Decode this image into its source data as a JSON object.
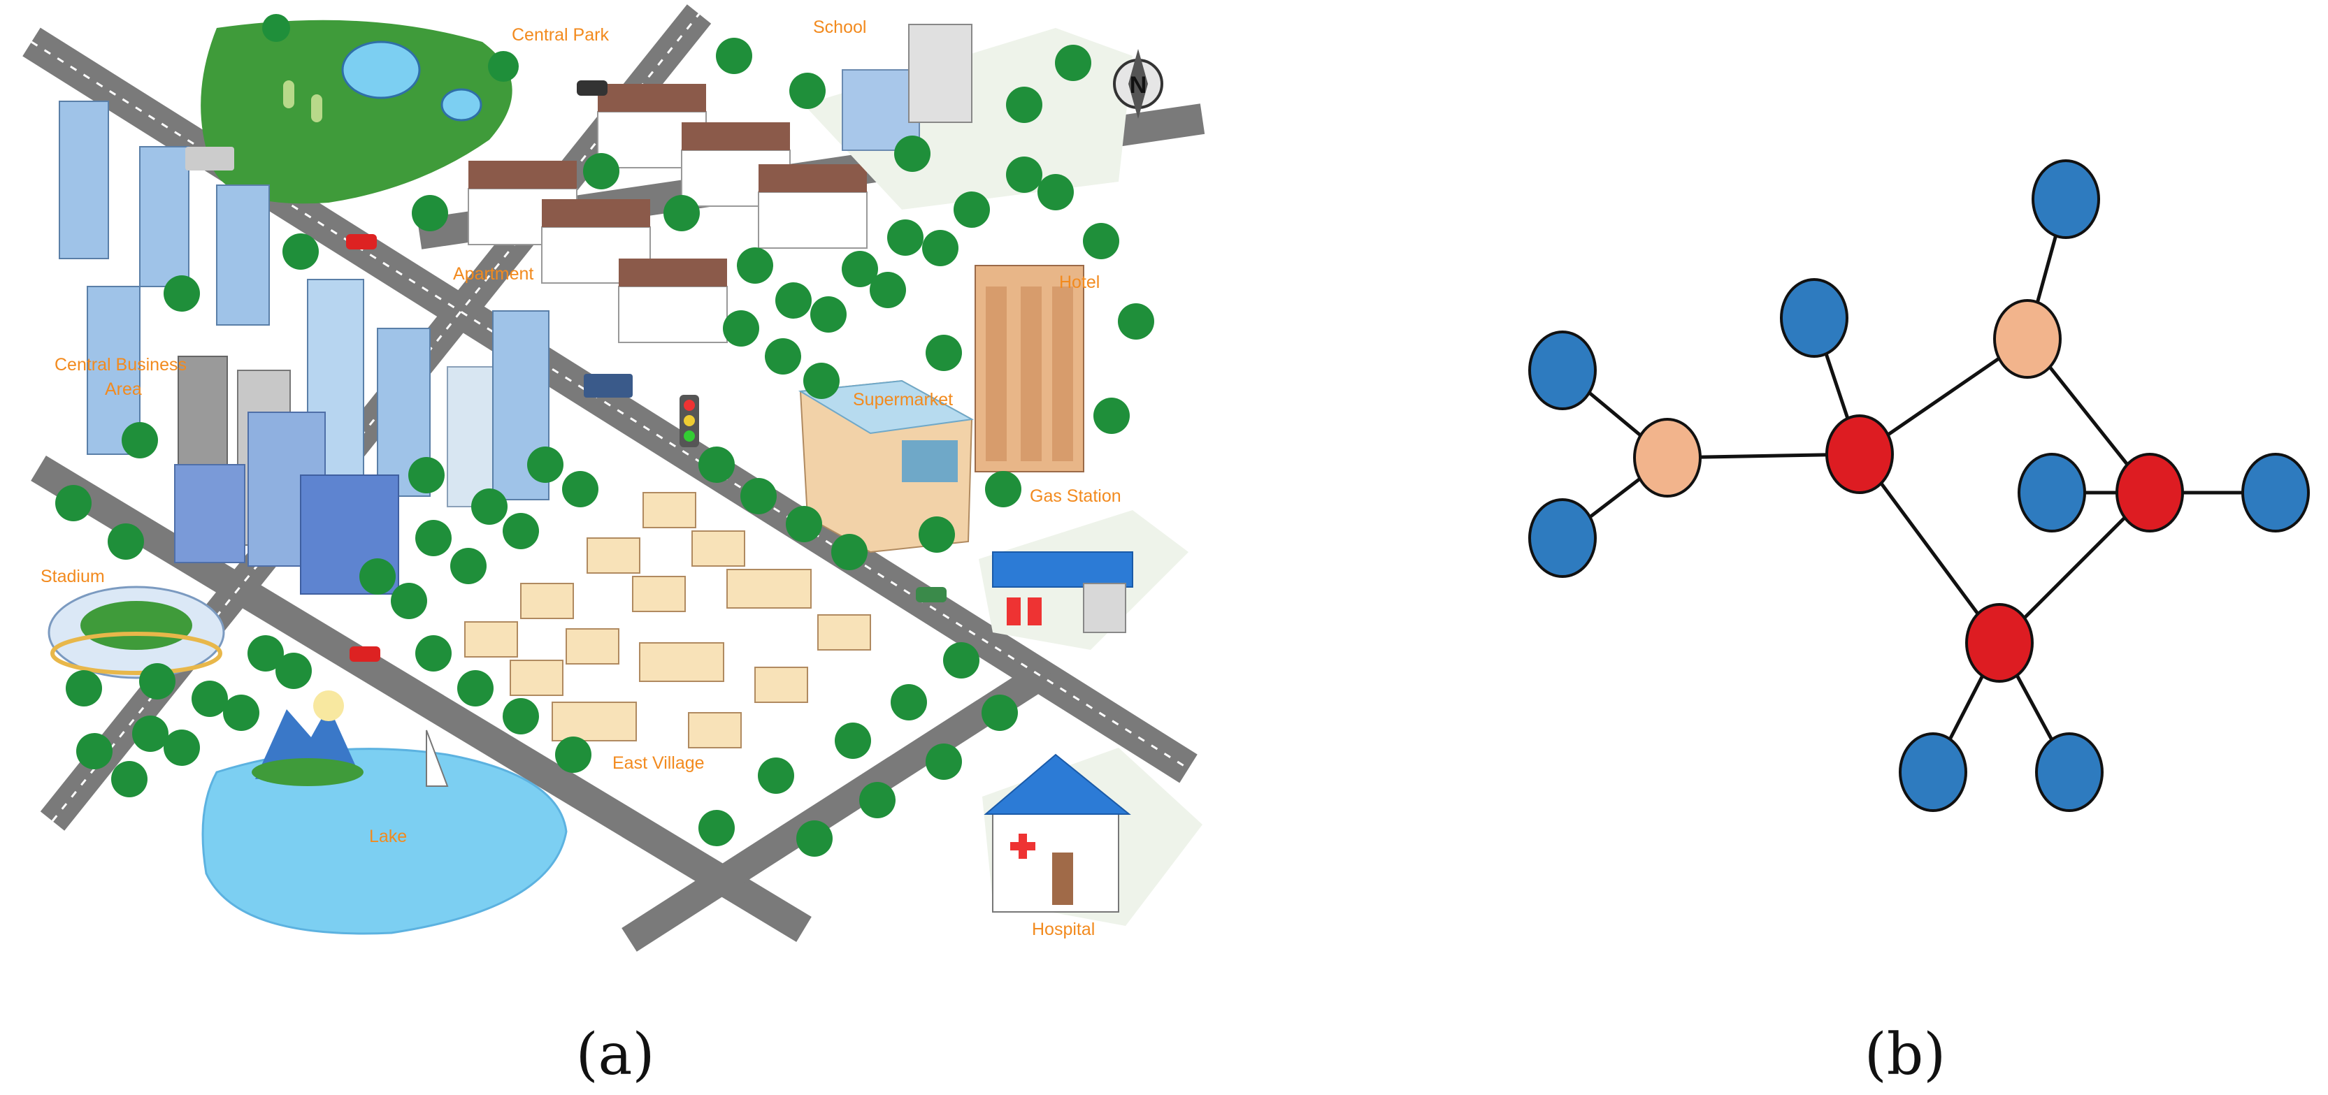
{
  "panel_a": {
    "caption": "(a)",
    "labels": {
      "central_park": "Central Park",
      "school": "School",
      "apartment": "Apartment",
      "hotel": "Hotel",
      "central_business_area_line1": "Central Business",
      "central_business_area_line2": "Area",
      "supermarket": "Supermarket",
      "gas_station": "Gas Station",
      "stadium": "Stadium",
      "east_village": "East Village",
      "lake": "Lake",
      "hospital": "Hospital",
      "compass_north": "N"
    },
    "colors": {
      "road": "#7a7a7a",
      "grass": "#3f9b3a",
      "tree": "#1f8f3a",
      "water": "#7ccff2",
      "label": "#f28a1e"
    }
  },
  "panel_b": {
    "caption": "(b)",
    "colors": {
      "blue": "#2e7bbf",
      "peach": "#f2b48c",
      "red": "#dd1c22"
    },
    "nodes": [
      {
        "id": "b1",
        "type": "blue"
      },
      {
        "id": "b2",
        "type": "blue"
      },
      {
        "id": "p1",
        "type": "peach"
      },
      {
        "id": "b3",
        "type": "blue"
      },
      {
        "id": "r1",
        "type": "red"
      },
      {
        "id": "b4",
        "type": "blue"
      },
      {
        "id": "p2",
        "type": "peach"
      },
      {
        "id": "b5",
        "type": "blue"
      },
      {
        "id": "r2",
        "type": "red"
      },
      {
        "id": "b6",
        "type": "blue"
      },
      {
        "id": "r3",
        "type": "red"
      },
      {
        "id": "b7",
        "type": "blue"
      },
      {
        "id": "b8",
        "type": "blue"
      }
    ],
    "edges": [
      [
        "b1",
        "p1"
      ],
      [
        "b2",
        "p1"
      ],
      [
        "p1",
        "r1"
      ],
      [
        "b3",
        "r1"
      ],
      [
        "r1",
        "p2"
      ],
      [
        "b4",
        "p2"
      ],
      [
        "p2",
        "r2"
      ],
      [
        "b5",
        "r2"
      ],
      [
        "r2",
        "b6"
      ],
      [
        "r1",
        "r3"
      ],
      [
        "r3",
        "r2"
      ],
      [
        "r3",
        "b7"
      ],
      [
        "r3",
        "b8"
      ]
    ]
  }
}
